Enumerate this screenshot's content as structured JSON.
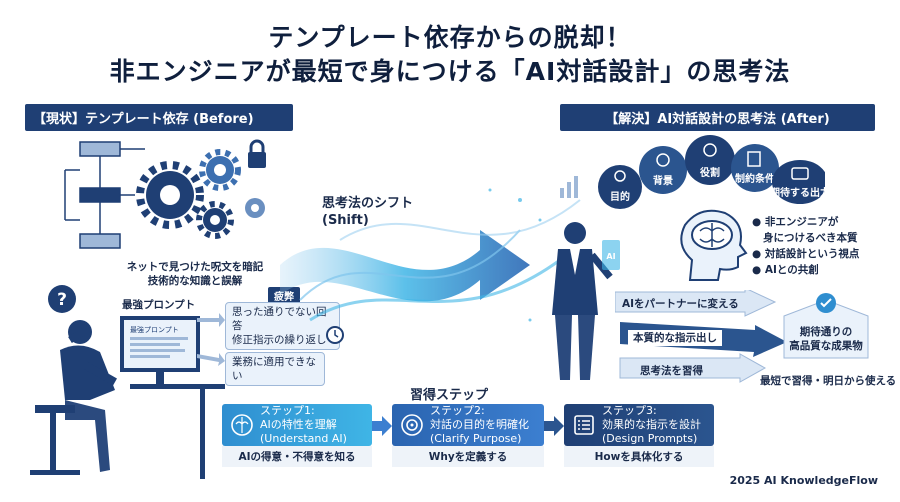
{
  "title": {
    "line1": "テンプレート依存からの脱却！",
    "line2": "非エンジニアが最短で身につける「AI対話設計」の思考法"
  },
  "before": {
    "banner": "【現状】テンプレート依存 (Before)",
    "caption_line1": "ネットで見つけた呪文を暗記",
    "caption_line2": "技術的な知識と誤解",
    "strongest_prompt": "最強プロンプト",
    "screen_label": "最強プロンプト",
    "fatigue": "疲弊",
    "pain1_line1": "思った通りでない回答",
    "pain1_line2": "修正指示の繰り返し",
    "pain2": "業務に適用できない",
    "question_mark": "?"
  },
  "shift": {
    "label_line1": "思考法のシフト",
    "label_line2": "(Shift)"
  },
  "after": {
    "banner": "【解決】AI対話設計の思考法 (After)",
    "bubbles": [
      "目的",
      "背景",
      "役割",
      "制約条件",
      "期待する出力"
    ],
    "bullets": [
      "非エンジニアが",
      "身につけるべき本質",
      "対話設計という視点",
      "AIとの共創"
    ],
    "tablet_label": "AI",
    "arrow1": "AIをパートナーに変える",
    "arrow2": "本質的な指示出し",
    "arrow3": "思考法を習得",
    "result_line1": "期待通りの",
    "result_line2": "高品質な成果物",
    "result_caption": "最短で習得・明日から使える"
  },
  "steps": {
    "heading": "習得ステップ",
    "items": [
      {
        "step": "ステップ1:",
        "line1": "AIの特性を理解",
        "line2": "(Understand AI)",
        "foot": "AIの得意・不得意を知る"
      },
      {
        "step": "ステップ2:",
        "line1": "対話の目的を明確化",
        "line2": "(Clarify Purpose)",
        "foot": "Whyを定義する"
      },
      {
        "step": "ステップ3:",
        "line1": "効果的な指示を設計",
        "line2": "(Design Prompts)",
        "foot": "Howを具体化する"
      }
    ]
  },
  "footer": "2025 AI KnowledgeFlow",
  "colors": {
    "navy": "#1f3f74",
    "blue": "#2f8ed0",
    "cyan": "#3fb5e6"
  }
}
